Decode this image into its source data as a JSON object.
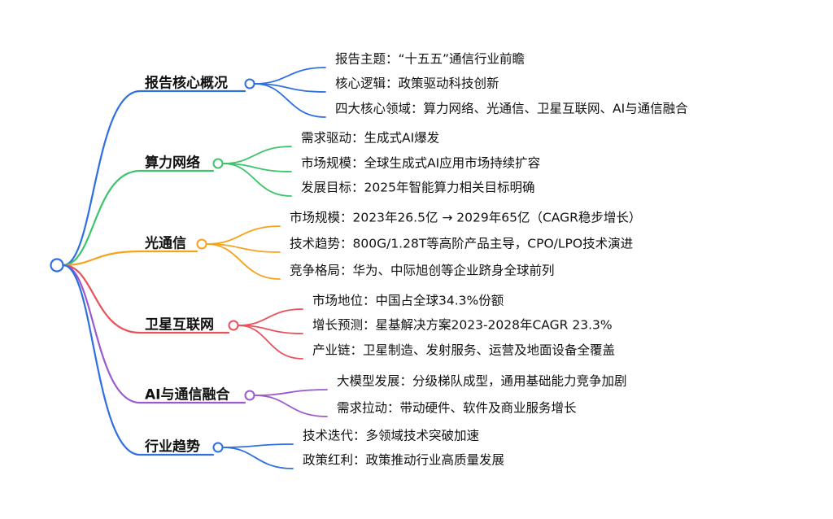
{
  "branches": [
    {
      "label": "报告核心概况",
      "color": "#2f6fe0",
      "items": [
        "报告主题：“十五五”通信行业前瞻",
        "核心逻辑：政策驱动科技创新",
        "四大核心领域：算力网络、光通信、卫星互联网、AI与通信融合"
      ]
    },
    {
      "label": "算力网络",
      "color": "#3cc46a",
      "items": [
        "需求驱动：生成式AI爆发",
        "市场规模：全球生成式AI应用市场持续扩容",
        "发展目标：2025年智能算力相关目标明确"
      ]
    },
    {
      "label": "光通信",
      "color": "#f5a31a",
      "items": [
        "市场规模：2023年26.5亿 → 2029年65亿（CAGR稳步增长）",
        "技术趋势：800G/1.28T等高阶产品主导，CPO/LPO技术演进",
        "竞争格局：华为、中际旭创等企业跻身全球前列"
      ]
    },
    {
      "label": "卫星互联网",
      "color": "#e8525a",
      "items": [
        "市场地位：中国占全球34.3%份额",
        "增长预测：星基解决方案2023-2028年CAGR 23.3%",
        "产业链：卫星制造、发射服务、运营及地面设备全覆盖"
      ]
    },
    {
      "label": "AI与通信融合",
      "color": "#9b59d0",
      "items": [
        "大模型发展：分级梯队成型，通用基础能力竞争加剧",
        "需求拉动：带动硬件、软件及商业服务增长"
      ]
    },
    {
      "label": "行业趋势",
      "color": "#2f6fe0",
      "items": [
        "技术迭代：多领域技术突破加速",
        "政策红利：政策推动行业高质量发展"
      ]
    }
  ]
}
